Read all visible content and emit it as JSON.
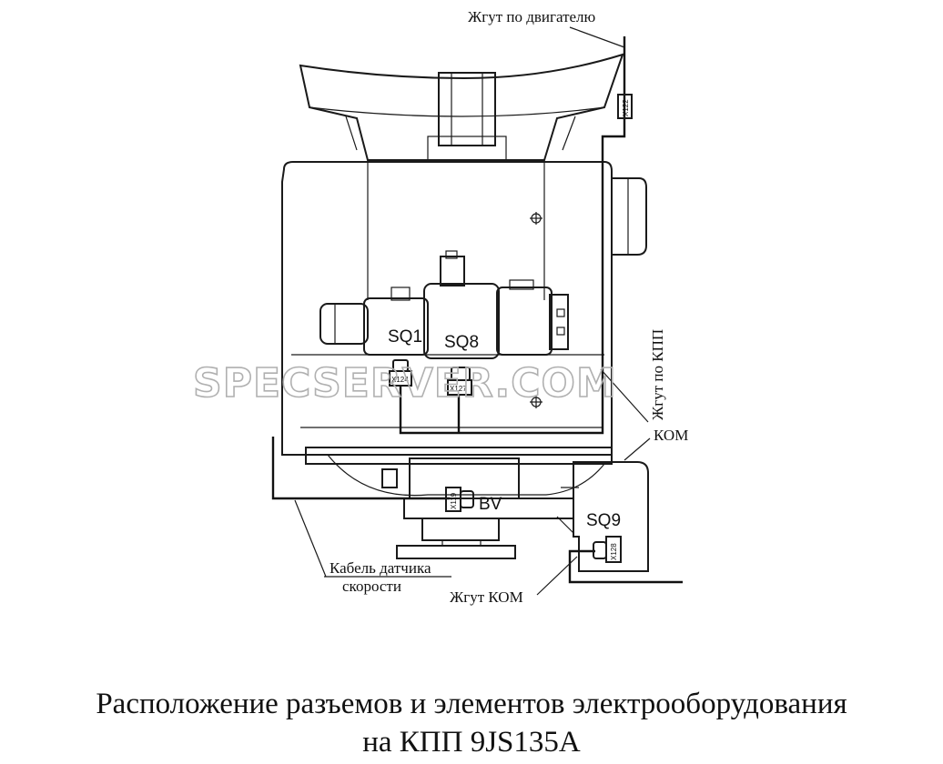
{
  "labels": {
    "engine_harness": "Жгут по двигателю",
    "gearbox_harness": "Жгут по КПП",
    "kom": "КОМ",
    "kom_harness": "Жгут КОМ",
    "speed_sensor_cable_line1": "Кабель датчика",
    "speed_sensor_cable_line2": "скорости"
  },
  "elements": {
    "sq1": "SQ1",
    "sq8": "SQ8",
    "sq9": "SQ9",
    "bv": "BV"
  },
  "connectors": {
    "x122": "X122",
    "x124": "X124",
    "x127": "X127",
    "x119": "X119",
    "x128": "X128"
  },
  "watermark": "SPECSERVER.COM",
  "caption": {
    "line1": "Расположение разъемов и элементов электрооборудования",
    "line2": "на  КПП  9JS135A"
  }
}
